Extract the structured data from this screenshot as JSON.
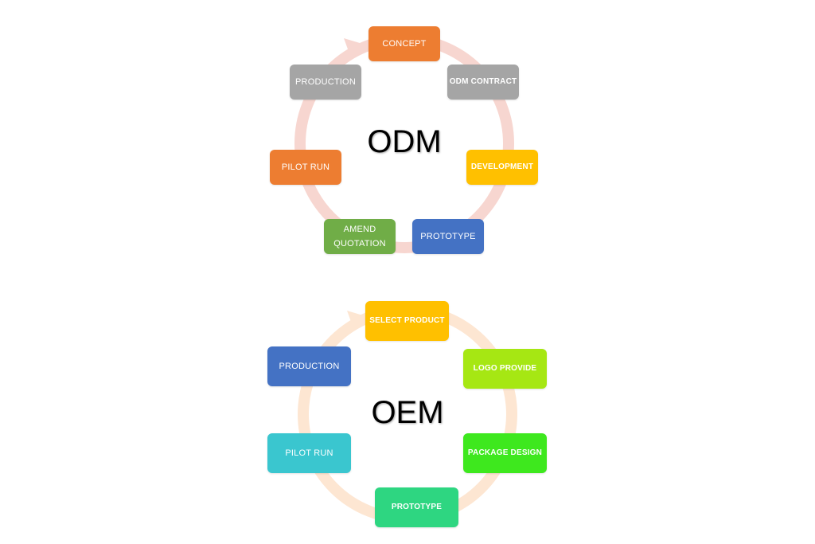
{
  "odm": {
    "title": "ODM",
    "ring_color": "#f7d6d0",
    "steps": [
      {
        "label": "CONCEPT",
        "color": "#ed7d31",
        "bold": false
      },
      {
        "label": "ODM CONTRACT",
        "color": "#a5a5a5",
        "bold": true
      },
      {
        "label": "DEVELOPMENT",
        "color": "#ffc000",
        "bold": true
      },
      {
        "label": "PROTOTYPE",
        "color": "#4472c4",
        "bold": false
      },
      {
        "label": "AMEND\nQUOTATION",
        "color": "#70ad47",
        "bold": false
      },
      {
        "label": "PILOT RUN",
        "color": "#ed7d31",
        "bold": false
      },
      {
        "label": "PRODUCTION",
        "color": "#a5a5a5",
        "bold": false
      }
    ]
  },
  "oem": {
    "title": "OEM",
    "ring_color": "#fde6d2",
    "steps": [
      {
        "label": "SELECT PRODUCT",
        "color": "#ffc000",
        "bold": true
      },
      {
        "label": "LOGO PROVIDE",
        "color": "#a6e713",
        "bold": true
      },
      {
        "label": "PACKAGE DESIGN",
        "color": "#3ee81e",
        "bold": true
      },
      {
        "label": "PROTOTYPE",
        "color": "#2ed681",
        "bold": true
      },
      {
        "label": "PILOT RUN",
        "color": "#3ac6cf",
        "bold": false
      },
      {
        "label": "PRODUCTION",
        "color": "#4472c4",
        "bold": false
      }
    ]
  }
}
